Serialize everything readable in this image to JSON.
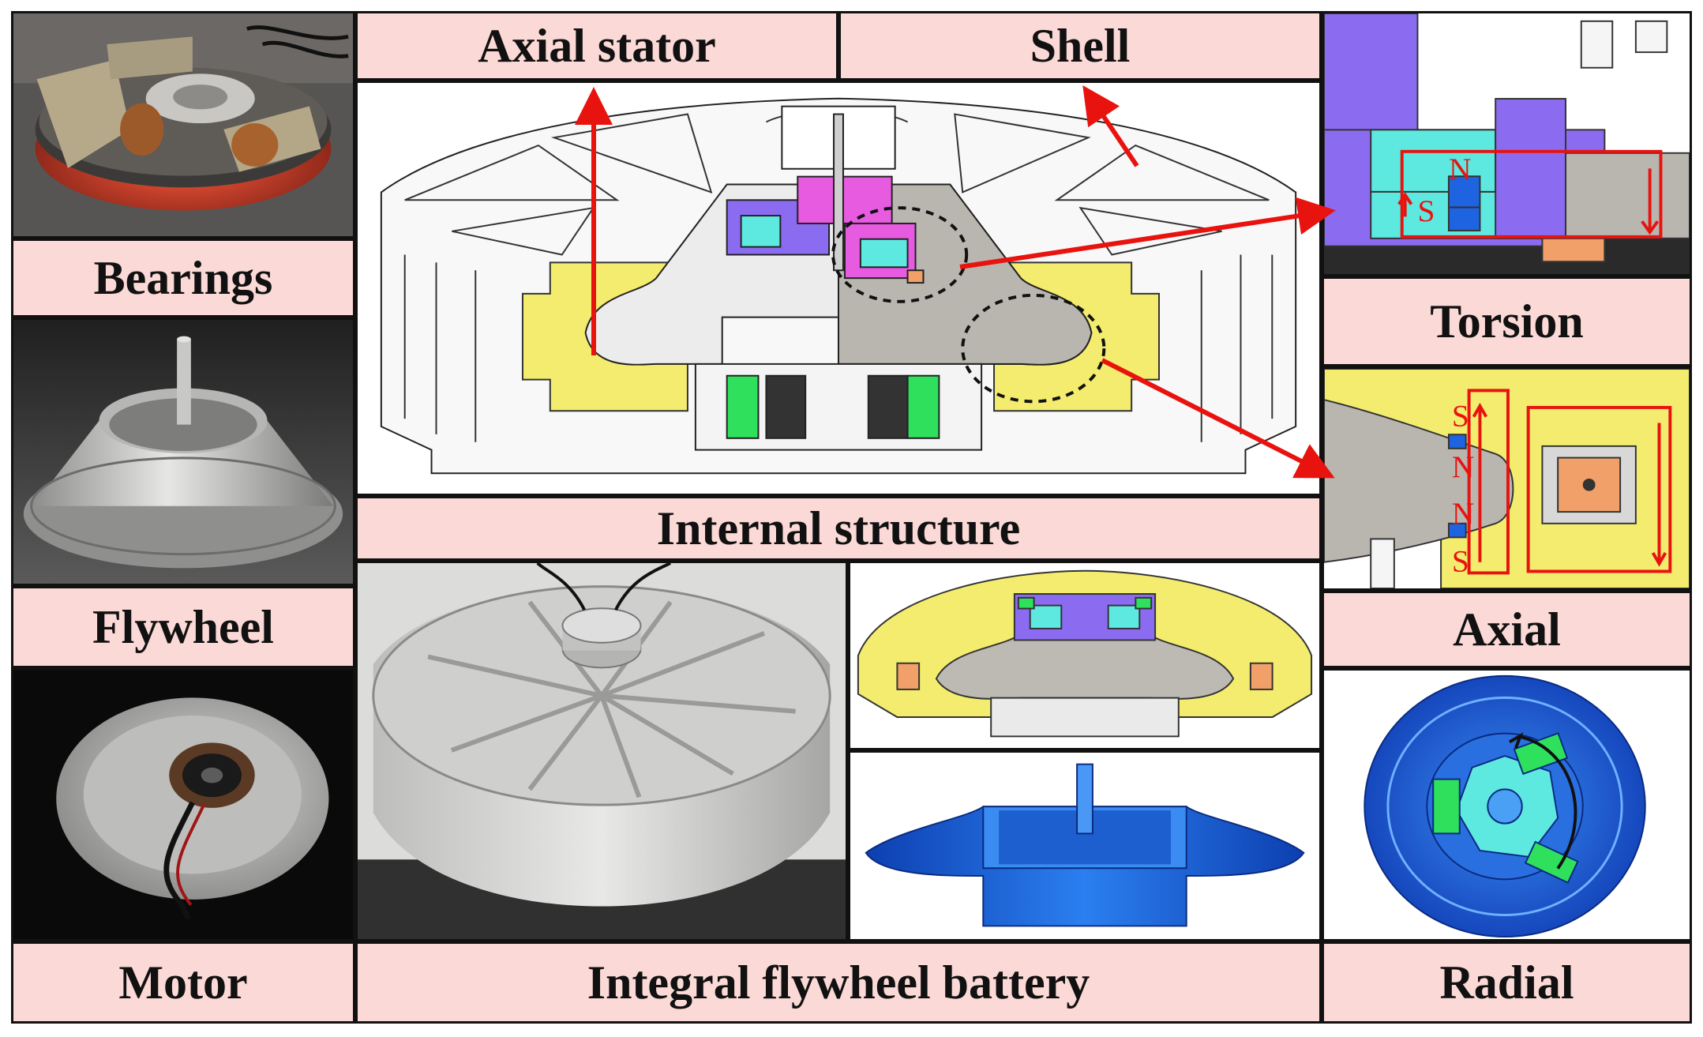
{
  "labels": {
    "axial_stator": "Axial stator",
    "shell": "Shell",
    "bearings": "Bearings",
    "flywheel": "Flywheel",
    "motor": "Motor",
    "internal_structure": "Internal structure",
    "integral_battery": "Integral flywheel battery",
    "torsion": "Torsion",
    "axial": "Axial",
    "radial": "Radial"
  },
  "magnet_marks": {
    "torsion_n": "N",
    "torsion_s": "S",
    "axial_s_top": "S",
    "axial_n_mid": "N",
    "axial_n_low": "N",
    "axial_s_bottom": "S"
  },
  "colors": {
    "label_background": "#fbd9d6",
    "arrow": "#e8130f",
    "cad_yellow": "#f3ec6e",
    "cad_purple": "#8b6cf0",
    "cad_cyan": "#5de8e0",
    "cad_magenta": "#e65be0",
    "cad_blue": "#1e63e0",
    "cad_green": "#2ee05b",
    "cad_orange": "#f0a068",
    "cad_grey": "#b9b6b0"
  }
}
